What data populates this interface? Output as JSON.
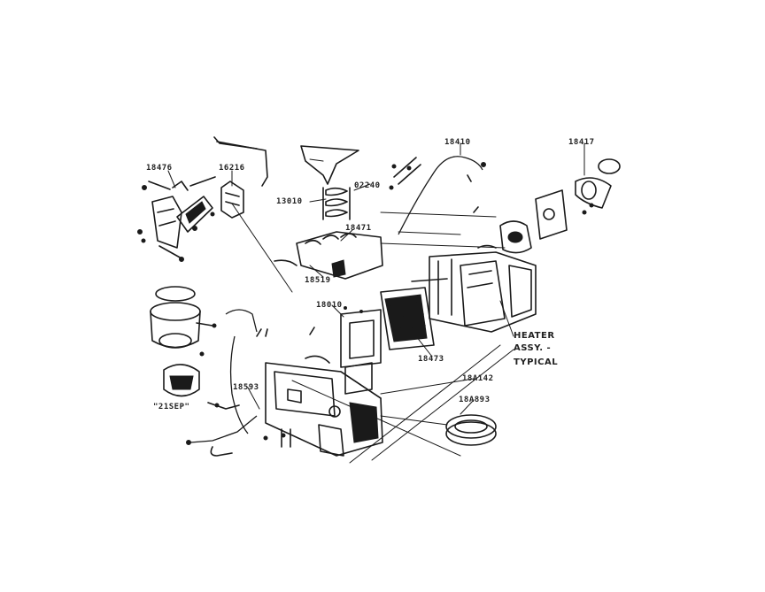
{
  "callouts": {
    "part_16476": "18476",
    "part_16216": "16216",
    "part_12010": "13010",
    "part_02240": "02240",
    "part_16410": "18410",
    "part_16417": "18417",
    "part_18471": "18471",
    "part_18519": "18519",
    "part_18010": "18010",
    "part_18593": "18593",
    "part_18473": "18473",
    "part_18a142": "18A142",
    "part_18a893": "18A893",
    "assembly_label": "\"21SEP\""
  },
  "note": {
    "line1": "HEATER",
    "line2": "ASSY. -",
    "line3": "TYPICAL"
  }
}
